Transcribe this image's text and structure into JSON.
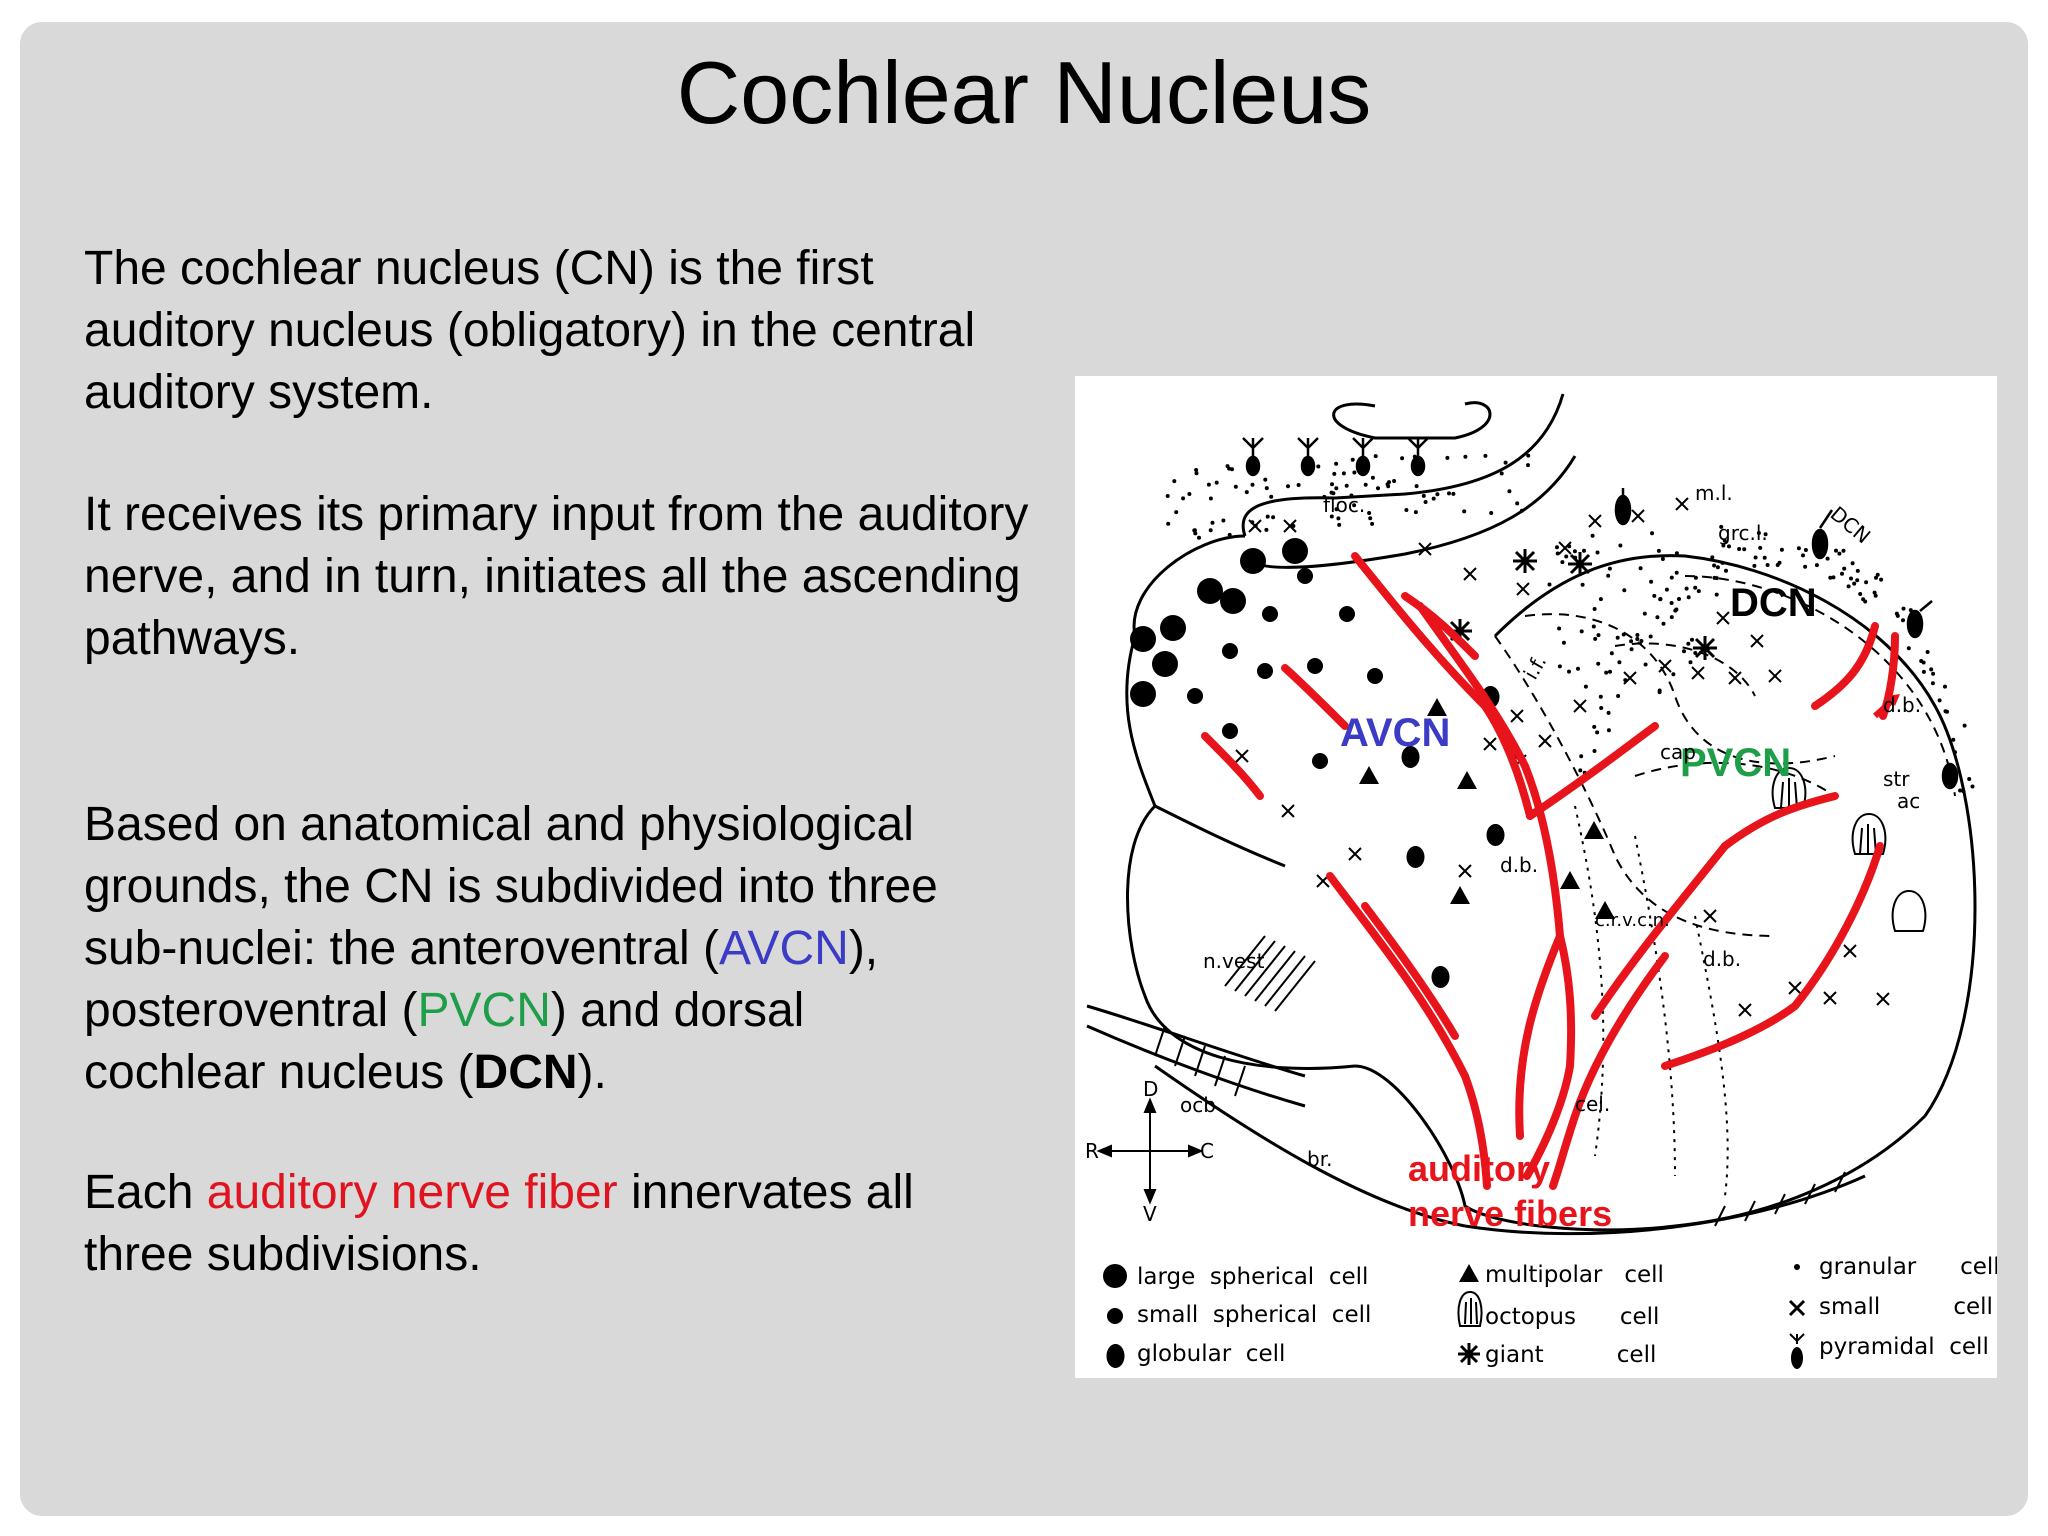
{
  "slide": {
    "title": "Cochlear Nucleus",
    "paragraphs": {
      "p1": "The cochlear nucleus (CN) is the first auditory nucleus (obligatory) in the central auditory system.",
      "p2": "It receives its primary input from the auditory nerve, and in turn, initiates all the ascending pathways.",
      "p3": {
        "line1": "Based on anatomical and physiological",
        "line2": "grounds, the CN is subdivided into three",
        "line3_pre": "sub-nuclei: the anteroventral (",
        "avcn": "AVCN",
        "line3_post": "),",
        "line4_pre": "posteroventral (",
        "pvcn": "PVCN",
        "line4_post": ") and dorsal",
        "line5_pre": "cochlear nucleus (",
        "dcn": "DCN",
        "line5_post": ")."
      },
      "p4": {
        "pre": "Each ",
        "highlight": "auditory nerve fiber",
        "post": " innervates all three subdivisions."
      }
    }
  },
  "diagram": {
    "region_labels": {
      "avcn": "AVCN",
      "pvcn": "PVCN",
      "dcn": "DCN",
      "fibers_line1": "auditory",
      "fibers_line2": "nerve fibers"
    },
    "small_labels": {
      "floc": "floc.",
      "ml": "m.l.",
      "grcl": "grc.l.",
      "dcn_arc": "DCN",
      "if": "i.f.",
      "cap": "cap",
      "db1": "d.b.",
      "str": "str",
      "ac": "ac",
      "db2": "d.b.",
      "crvcn": "c.r.v.c.n.",
      "db3": "d.b.",
      "nvest": "n.vest",
      "ocb": "ocb",
      "br": "br.",
      "cel": "cel.",
      "dir_d": "D",
      "dir_r": "R",
      "dir_c": "C",
      "dir_v": "V"
    },
    "legend": [
      {
        "icon": "large-circle-icon",
        "label": "large  spherical  cell"
      },
      {
        "icon": "small-circle-icon",
        "label": "small  spherical  cell"
      },
      {
        "icon": "globular-icon",
        "label": "globular  cell"
      },
      {
        "icon": "triangle-icon",
        "label": "multipolar   cell"
      },
      {
        "icon": "octopus-icon",
        "label": "octopus      cell"
      },
      {
        "icon": "asterisk-icon",
        "label": "giant          cell"
      },
      {
        "icon": "dot-icon",
        "label": "granular      cell"
      },
      {
        "icon": "cross-icon",
        "label": "small          cell"
      },
      {
        "icon": "pyramidal-icon",
        "label": "pyramidal  cell"
      }
    ],
    "colors": {
      "fiber": "#e8141c",
      "avcn": "#3b3bc6",
      "pvcn": "#1e9e48",
      "dcn": "#000000"
    }
  }
}
